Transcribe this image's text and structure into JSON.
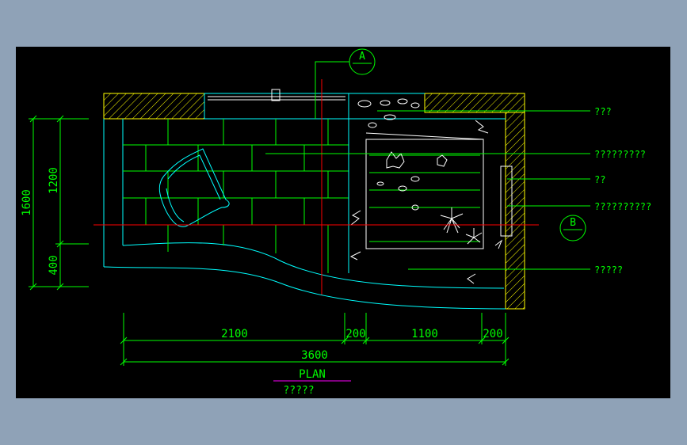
{
  "drawing": {
    "title": "PLAN",
    "subtitle": "?????",
    "background_color": "#000000",
    "screen_color": "#8fa2b7",
    "line_colors": {
      "wall": "#00ffff",
      "brick": "#00ff00",
      "hatch": "#ffff00",
      "plants": "#ffffff",
      "axis": "#ff0000",
      "underline": "#ff00ff",
      "text": "#00ff00"
    }
  },
  "axis_markers": [
    {
      "id": "A",
      "label": "A"
    },
    {
      "id": "B",
      "label": "B"
    }
  ],
  "dimensions": {
    "horizontal_segments": [
      "2100",
      "200",
      "1100",
      "200"
    ],
    "horizontal_total": "3600",
    "vertical_segments": [
      "1200",
      "400"
    ],
    "vertical_total": "1600"
  },
  "callouts": [
    {
      "label": "???"
    },
    {
      "label": "?????????"
    },
    {
      "label": "??"
    },
    {
      "label": "??????????"
    },
    {
      "label": "?????"
    }
  ]
}
